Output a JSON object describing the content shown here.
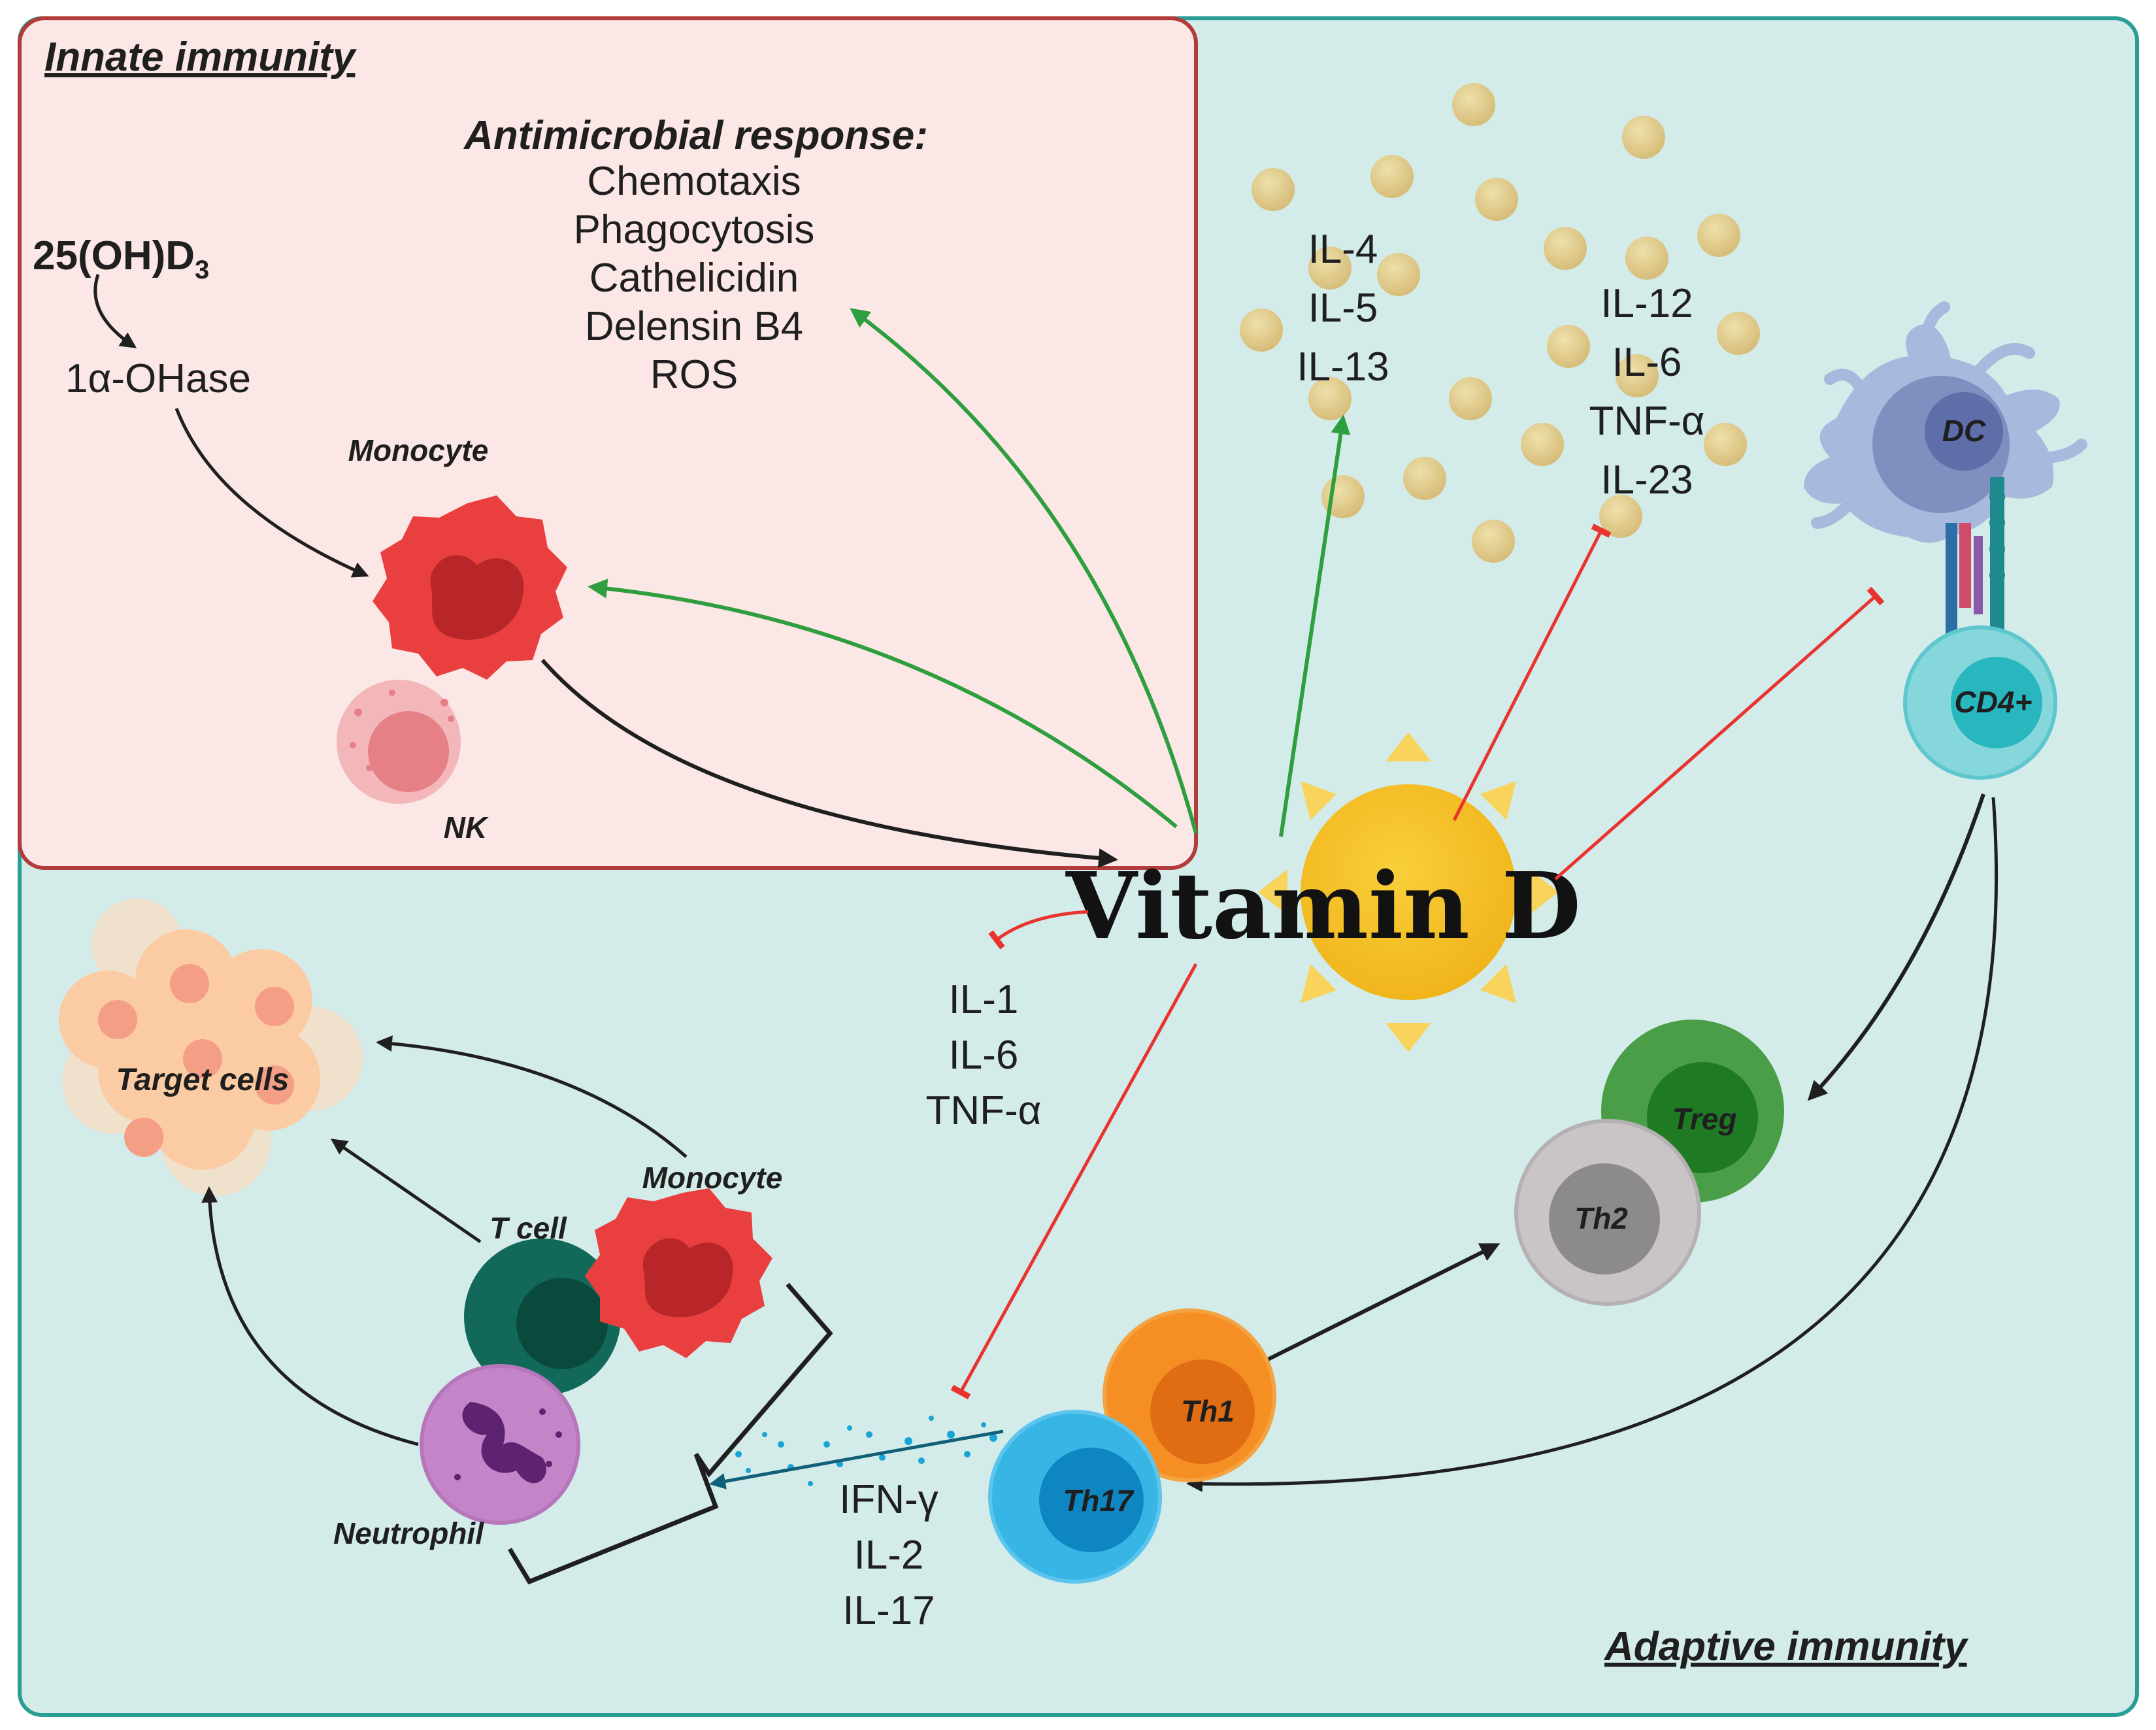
{
  "sections": {
    "innate": "Innate immunity",
    "adaptive": "Adaptive immunity"
  },
  "innate": {
    "precursor": "25(OH)D",
    "precursor_sub": "3",
    "enzyme": "1α-OHase",
    "antimicrobial_title": "Antimicrobial response:",
    "antimicrobial_items": [
      "Chemotaxis",
      "Phagocytosis",
      "Cathelicidin",
      "Delensin B4",
      "ROS"
    ]
  },
  "cells": {
    "monocyte_top": "Monocyte",
    "nk": "NK",
    "dc": "DC",
    "cd4": "CD4+",
    "treg": "Treg",
    "th2": "Th2",
    "th1": "Th1",
    "th17": "Th17",
    "target": "Target cells",
    "tcell": "T cell",
    "monocyte_bottom": "Monocyte",
    "neutrophil": "Neutrophil"
  },
  "center": {
    "label": "Vitamin D"
  },
  "cytokines": {
    "th2_group": [
      "IL-4",
      "IL-5",
      "IL-13"
    ],
    "inflammatory_group": [
      "IL-12",
      "IL-6",
      "TNF-α",
      "IL-23"
    ],
    "monocyte_group": [
      "IL-1",
      "IL-6",
      "TNF-α"
    ],
    "th1_th17_group": [
      "IFN-γ",
      "IL-2",
      "IL-17"
    ]
  },
  "colors": {
    "adaptive_bg": "#d3ecea",
    "adaptive_border": "#2a9d95",
    "innate_bg": "#fbe7e6",
    "innate_border": "#b23b3b",
    "activate": "#2e9e3e",
    "inhibit": "#e8332f",
    "sun": "#f6c126",
    "sun_ray": "#f9d45c"
  }
}
